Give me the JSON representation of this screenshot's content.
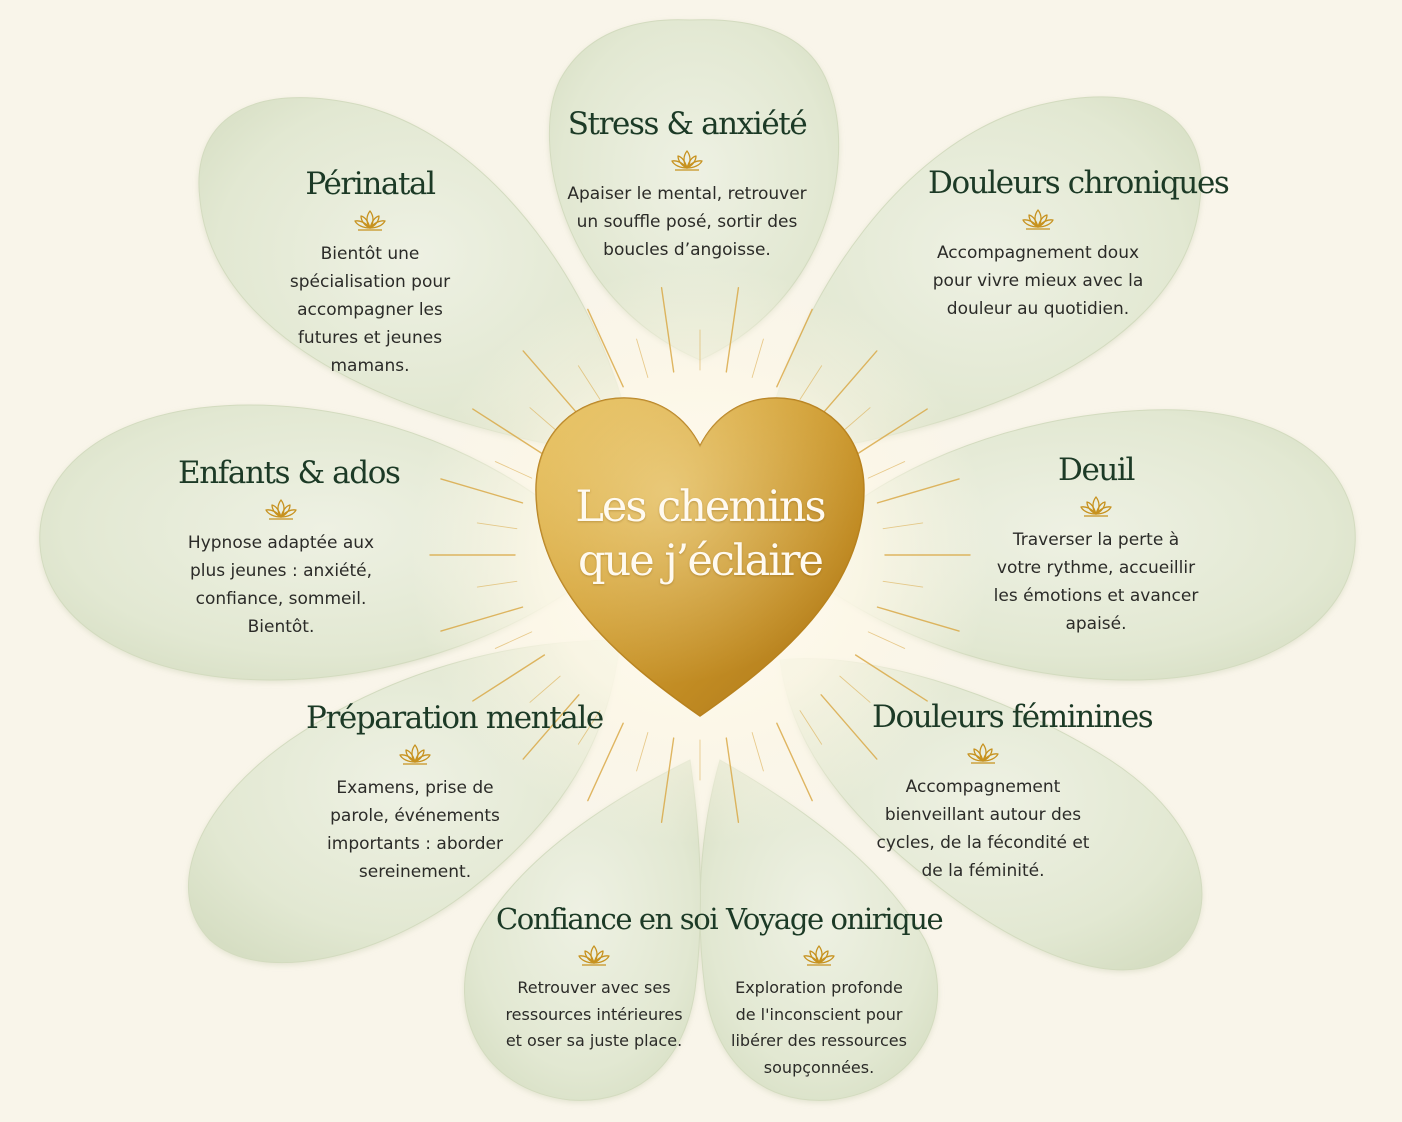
{
  "center_title_lines": [
    "Les chemins",
    "que j’éclaire"
  ],
  "colors": {
    "background": "#f9f5ea",
    "petal": "#e3e8d4",
    "gold": "#c7921f",
    "title": "#1c3a26"
  },
  "petals": [
    {
      "id": "stress",
      "title": "Stress & anxiété",
      "icon": "lotus-icon",
      "description": "Apaiser le mental, retrouver un souffle posé, sortir des boucles d’angoisse."
    },
    {
      "id": "douleurs-chroniques",
      "title": "Douleurs chroniques",
      "icon": "lotus-icon",
      "description": "Accompagnement doux pour vivre mieux avec la douleur au quotidien."
    },
    {
      "id": "deuil",
      "title": "Deuil",
      "icon": "lotus-icon",
      "description": "Traverser la perte à votre rythme, accueillir les émotions et avancer apaisé."
    },
    {
      "id": "douleurs-feminines",
      "title": "Douleurs féminines",
      "icon": "lotus-icon",
      "description": "Accompagnement bienveillant autour des cycles, de la fécondité et de la féminité."
    },
    {
      "id": "voyage-onirique",
      "title": "Voyage onirique",
      "icon": "lotus-icon",
      "description": "Exploration profonde de l'inconscient pour libérer des ressources soupçonnées."
    },
    {
      "id": "confiance",
      "title": "Confiance en soi",
      "icon": "lotus-icon",
      "description": "Retrouver avec ses ressources intérieures et oser sa juste place."
    },
    {
      "id": "preparation",
      "title": "Préparation mentale",
      "icon": "lotus-icon",
      "description": "Examens, prise de parole, événements importants : aborder sereinement."
    },
    {
      "id": "enfants",
      "title": "Enfants & ados",
      "icon": "lotus-icon",
      "description": "Hypnose adaptée aux plus jeunes : anxiété, confiance, sommeil. Bientôt."
    },
    {
      "id": "perinatal",
      "title": "Périnatal",
      "icon": "lotus-icon",
      "description": "Bientôt une spécialisation pour accompagner les futures et jeunes mamans."
    }
  ]
}
